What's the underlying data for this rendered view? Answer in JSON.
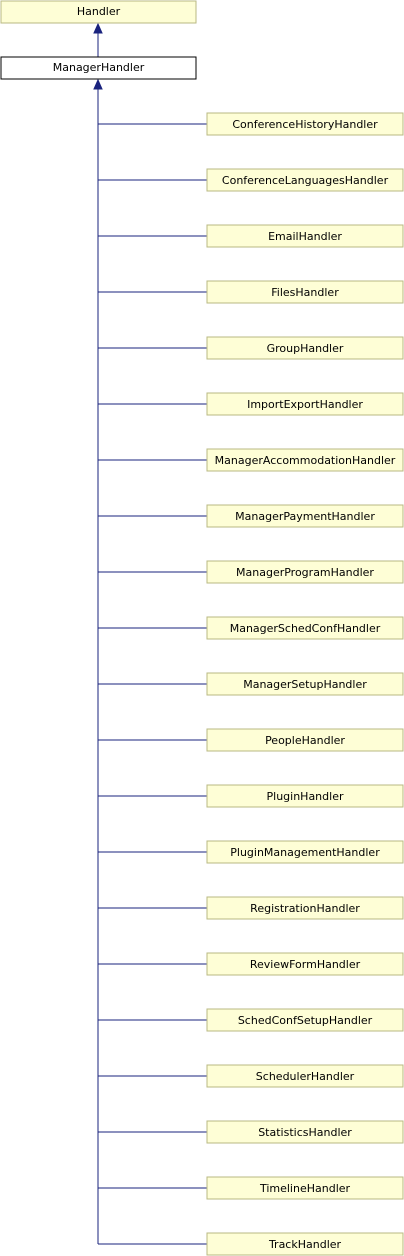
{
  "colors": {
    "edge": "#1a237e",
    "node_fill": "#fefed6",
    "node_stroke": "#b8b883",
    "current_fill": "#ffffff",
    "current_stroke": "#000000"
  },
  "diagram": {
    "base_class": "Handler",
    "current_class": "ManagerHandler",
    "subclasses": [
      "ConferenceHistoryHandler",
      "ConferenceLanguagesHandler",
      "EmailHandler",
      "FilesHandler",
      "GroupHandler",
      "ImportExportHandler",
      "ManagerAccommodationHandler",
      "ManagerPaymentHandler",
      "ManagerProgramHandler",
      "ManagerSchedConfHandler",
      "ManagerSetupHandler",
      "PeopleHandler",
      "PluginHandler",
      "PluginManagementHandler",
      "RegistrationHandler",
      "ReviewFormHandler",
      "SchedConfSetupHandler",
      "SchedulerHandler",
      "StatisticsHandler",
      "TimelineHandler",
      "TrackHandler"
    ]
  }
}
